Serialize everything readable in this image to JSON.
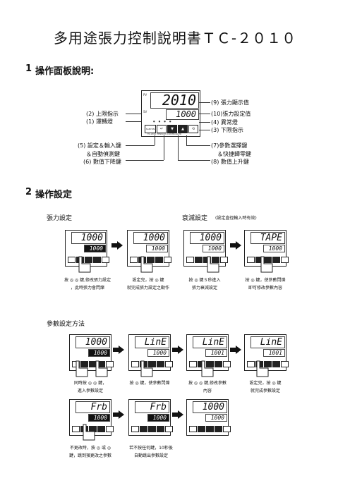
{
  "title": "多用途張力控制說明書ＴＣ-２０１０",
  "sections": {
    "s1": {
      "num": "1",
      "label": "操作面板說明:"
    },
    "s2": {
      "num": "2",
      "label": "操作設定"
    }
  },
  "panel_main": {
    "top_display": "2010",
    "bottom_display": "1000",
    "pv_tag": "PV",
    "sv_tag": "SV",
    "brand": "SANYUN",
    "model": "TC-2010 TENSION CONTROLLER"
  },
  "callouts": {
    "c9": "(9) 張力顯示值",
    "c2": "(2) 上限指示",
    "c10": "(10)張力設定值",
    "c1": "(1) 運轉燈",
    "c4": "(4) 異常燈",
    "c3": "(3) 下限指示",
    "c5a": "(5) 設定＆輸入鍵",
    "c5b": "＆自動偵測鍵",
    "c7a": "(7)參數選擇鍵",
    "c7b": "＆快捷歸零鍵",
    "c6": "(6) 數值下降鍵",
    "c8": "(8) 數值上升鍵"
  },
  "tension": {
    "heading": "張力設定",
    "p1": {
      "top": "1000",
      "bottom": "1000"
    },
    "p2": {
      "top": "1000",
      "bottom": "1000"
    },
    "cap1a": "按 ◎ ◎ 鍵,修改張力設定",
    "cap1b": "，此時張力會閃爍",
    "cap2a": "設定完，按 ◎ 鍵",
    "cap2b": "就完成張力設定之動作"
  },
  "taper": {
    "heading": "衰減設定",
    "heading_note": "(設定直徑輸入時有效)",
    "p1": {
      "top": "1000",
      "bottom": "1000"
    },
    "p2": {
      "top": "TAPE",
      "bottom": "1000"
    },
    "cap1a": "按 ◎ 鍵５秒進入",
    "cap1b": "張力衰減設定",
    "cap2a": "按 ◎ 鍵，使參數閃爍",
    "cap2b": "即可修改參數內容"
  },
  "param": {
    "heading": "參數設定方法",
    "p1": {
      "top": "1000",
      "bottom": "1000"
    },
    "p2": {
      "top": "LinE",
      "bottom": "1000"
    },
    "p3": {
      "top": "LinE",
      "bottom": "1001"
    },
    "p4": {
      "top": "LinE",
      "bottom": "1001"
    },
    "p5": {
      "top": "Frb",
      "bottom": "1000"
    },
    "p6": {
      "top": "Frb",
      "bottom": "1000"
    },
    "p7": {
      "top": "1000",
      "bottom": "1000"
    },
    "cap1a": "同時按 ◎ ◎ 鍵，",
    "cap1b": "進入參數設定",
    "cap2a": "按 ◎ 鍵，使參數閃爍",
    "cap3a": "按 ◎ ◎ 鍵,修改參數",
    "cap3b": "內容",
    "cap4a": "設定完，按 ◎ 鍵",
    "cap4b": "就完成參數設定",
    "cap5a": "不更改時，按 ◎ 或 ◎",
    "cap5b": "鍵，跳到預更改之參數",
    "cap6a": "若不按任何鍵，10秒後",
    "cap6b": "自動跳出參數設定"
  }
}
